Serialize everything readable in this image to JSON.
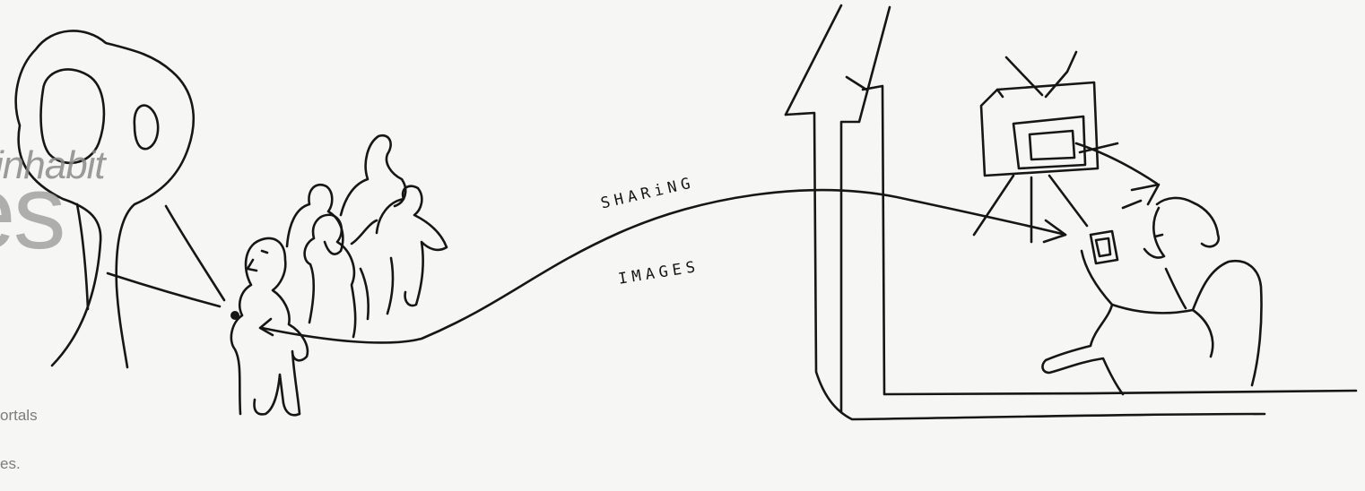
{
  "sketch": {
    "label_sharing": "SHARiNG",
    "label_images": "IMAGES"
  },
  "overlay": {
    "script_word": "inhabit",
    "large_word": "es",
    "line_1": "ortals",
    "line_2": "es."
  },
  "colors": {
    "paper": "#f6f6f4",
    "ink": "#161616",
    "overlay_text": "#8e8e8e"
  }
}
